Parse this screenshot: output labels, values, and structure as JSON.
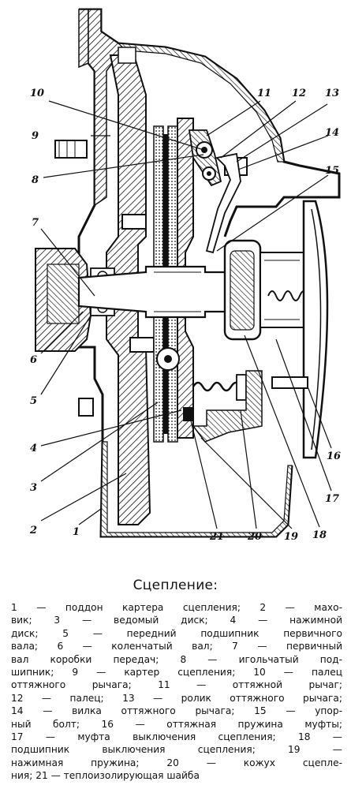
{
  "caption": {
    "title": "Сцепление:",
    "lines": [
      "1 — поддон картера сцепления; 2 — махо-",
      "вик; 3 — ведомый диск; 4 — нажимной",
      "диск; 5 — передний подшипник первичного",
      "вала; 6 — коленчатый вал; 7 — первичный",
      "вал коробки передач; 8 — игольчатый под-",
      "шипник; 9 — картер сцепления; 10 — палец",
      "оттяжного рычага; 11 — оттяжной рычаг;",
      "12 — палец; 13 — ролик оттяжного рычага;",
      "14 — вилка оттяжного рычага; 15 — упор-",
      "ный болт; 16 — оттяжная пружина муфты;",
      "17 — муфта выключения сцепления; 18 —",
      "подшипник выключения сцепления; 19 —",
      "нажимная пружина; 20 — кожух сцепле-",
      "ния; 21 — теплоизолирующая шайба"
    ]
  },
  "callouts": {
    "c1": "1",
    "c2": "2",
    "c3": "3",
    "c4": "4",
    "c5": "5",
    "c6": "6",
    "c7": "7",
    "c8": "8",
    "c9": "9",
    "c10": "10",
    "c11": "11",
    "c12": "12",
    "c13": "13",
    "c14": "14",
    "c15": "15",
    "c16": "16",
    "c17": "17",
    "c18": "18",
    "c19": "19",
    "c20": "20",
    "c21": "21"
  }
}
